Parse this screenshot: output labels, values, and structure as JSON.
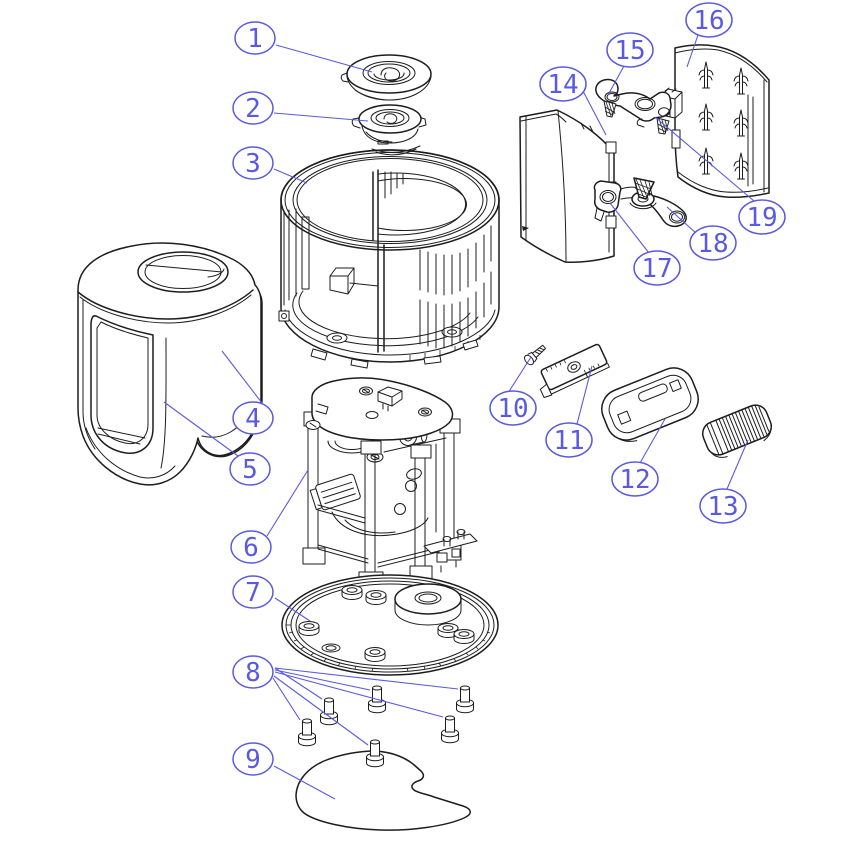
{
  "figure": {
    "background": "#ffffff",
    "line": "#1d1d1f",
    "callout": "#5a5ae0"
  },
  "callouts": [
    "1",
    "2",
    "3",
    "4",
    "5",
    "6",
    "7",
    "8",
    "9",
    "10",
    "11",
    "12",
    "13",
    "14",
    "15",
    "16",
    "17",
    "18",
    "19"
  ]
}
